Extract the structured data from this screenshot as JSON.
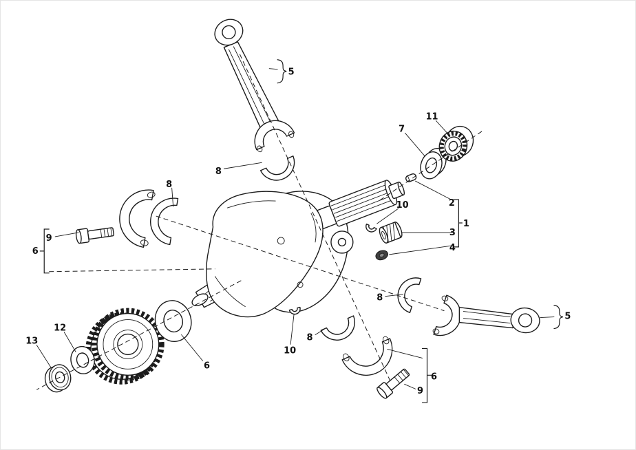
{
  "diagram": {
    "background_color": "#ffffff",
    "line_color": "#1c1c1c",
    "callouts": [
      {
        "id": "connecting-rod-upper",
        "label": "5"
      },
      {
        "id": "bearing-shell-upper",
        "label": "8"
      },
      {
        "id": "bearing-shell-left",
        "label": "8"
      },
      {
        "id": "rod-bolt-left",
        "label": "9"
      },
      {
        "id": "rod-cap-group-left",
        "label": "6"
      },
      {
        "id": "washer",
        "label": "7"
      },
      {
        "id": "ring-nut",
        "label": "11"
      },
      {
        "id": "key",
        "label": "2"
      },
      {
        "id": "crankshaft",
        "label": "1"
      },
      {
        "id": "shim-upper",
        "label": "10"
      },
      {
        "id": "bushing",
        "label": "3"
      },
      {
        "id": "nut",
        "label": "4"
      },
      {
        "id": "connecting-rod-right",
        "label": "5"
      },
      {
        "id": "bearing-shell-right",
        "label": "8"
      },
      {
        "id": "bearing-shell-lower",
        "label": "8"
      },
      {
        "id": "shim-washer",
        "label": "6"
      },
      {
        "id": "shim-lower",
        "label": "10"
      },
      {
        "id": "rod-bolt-bottom",
        "label": "9"
      },
      {
        "id": "rod-cap-group-bottom",
        "label": "6"
      },
      {
        "id": "gear-washer",
        "label": "12"
      },
      {
        "id": "gear-nut",
        "label": "13"
      }
    ]
  }
}
